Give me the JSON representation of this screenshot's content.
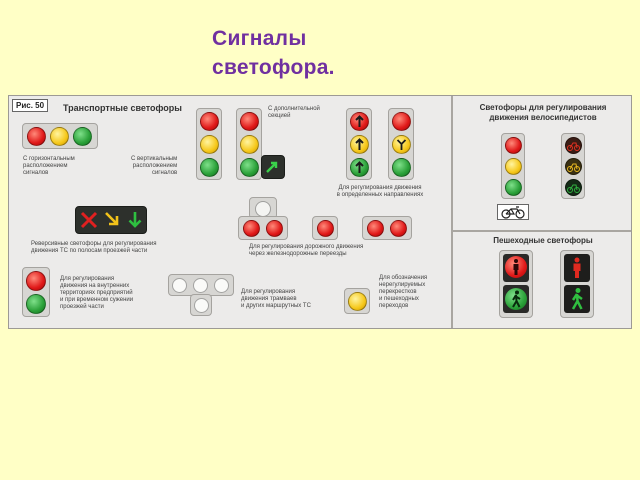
{
  "slide_title": {
    "line1": "Сигналы",
    "line2": "светофора."
  },
  "figure": {
    "label": "Рис. 50",
    "transport_heading": "Транспортные светофоры",
    "bicycle_heading": [
      "Светофоры для регулирования",
      "движения велосипедистов"
    ],
    "pedestrian_heading": "Пешеходные светофоры",
    "captions": {
      "horizontal": [
        "С горизонтальным",
        "расположением",
        "сигналов"
      ],
      "vertical": [
        "С вертикальным",
        "расположением",
        "сигналов"
      ],
      "additional": [
        "С дополнительной",
        "секцией"
      ],
      "directions": [
        "Для регулирования движения",
        "в определенных направлениях"
      ],
      "reversible": [
        "Реверсивные светофоры для регулирования",
        "движения ТС по полосам проезжей части"
      ],
      "railway": [
        "Для регулирования дорожного движения",
        "через железнодорожные переезды"
      ],
      "internal": [
        "Для регулирования",
        "движения на внутренних",
        "территориях предприятий",
        "и при временном сужении",
        "проезжей части"
      ],
      "trams": [
        "Для регулирования",
        "движения трамваев",
        "и других маршрутных ТС"
      ],
      "unregulated": [
        "Для обозначения",
        "нерегулируемых",
        "перекрестков",
        "и пешеходных",
        "переходов"
      ]
    },
    "icons": [
      "arrow-up-icon",
      "arrow-down-icon",
      "cross-icon",
      "diagonal-arrow-icon",
      "bicycle-icon",
      "pedestrian-standing-icon",
      "pedestrian-walking-icon"
    ]
  },
  "colors": {
    "background": "#ffffc6",
    "title": "#7030a0",
    "signal_red": "#e01818",
    "signal_yellow": "#f6c81a",
    "signal_green": "#2aa038"
  }
}
